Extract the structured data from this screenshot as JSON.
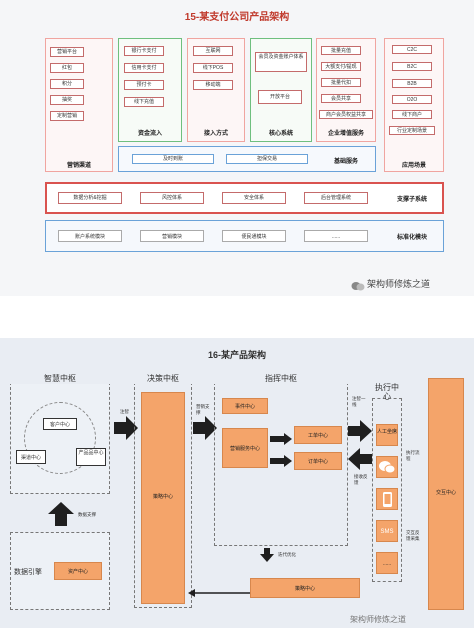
{
  "diagram1": {
    "title": "15-某支付公司产品架构",
    "columns": [
      {
        "label": "营销渠道",
        "items": [
          "营销平台",
          "红包",
          "积分",
          "抽奖",
          "定制营销"
        ]
      },
      {
        "label": "资金流入",
        "items": [
          "银行卡支付",
          "信用卡支付",
          "预付卡",
          "线下充值"
        ]
      },
      {
        "label": "接入方式",
        "items": [
          "互联网",
          "线下POS",
          "移动端"
        ]
      },
      {
        "label": "核心系统",
        "items": [
          "会员及资金账户体系",
          "开放平台"
        ]
      },
      {
        "label": "企业增值服务",
        "items": [
          "批量充值",
          "大额支付/提现",
          "批量代扣",
          "会员共享",
          "商户会员权益共享"
        ]
      },
      {
        "label": "应用场景",
        "items": [
          "C2C",
          "B2C",
          "B2B",
          "O2O",
          "线下商户",
          "行业定制场景"
        ]
      }
    ],
    "basic_services": {
      "label": "基础服务",
      "items": [
        "及时到账",
        "担保交易"
      ]
    },
    "support": {
      "label": "支撑子系统",
      "items": [
        "数据分析&挖掘",
        "风控体系",
        "安全体系",
        "后台管理系统"
      ]
    },
    "standard": {
      "label": "标准化模块",
      "items": [
        "账户系统模块",
        "营销模块",
        "便民通模块",
        "......"
      ]
    },
    "watermark": "架构师修炼之道"
  },
  "diagram2": {
    "title": "16-某产品架构",
    "smart": {
      "header": "智慧中枢",
      "customer": "客户中心",
      "channel": "渠道中心",
      "product": "产品品中心"
    },
    "decision": {
      "header": "决策中枢",
      "strategy": "策略中心"
    },
    "command": {
      "header": "指挥中枢",
      "event": "事件中心",
      "marketing": "营销服务中心",
      "work_order": "工单中心",
      "order": "订单中心"
    },
    "exec": {
      "header": "执行中心",
      "agent": "人工坐席",
      "sms": "SMS",
      "ellipsis": "......"
    },
    "interact": "交互中心",
    "data_engine": {
      "label": "数据引擎",
      "asset": "资产中心"
    },
    "strategy_bottom": "策略中心",
    "edges": {
      "data_support": "数据支撑",
      "inject": "注智",
      "marketing_support": "营销支撑",
      "inject_op": "注智一线",
      "receive": "接收反馈",
      "exec_flow": "执行流程",
      "interact_flow": "交互反馈采集",
      "iter": "迭代优化"
    },
    "watermark": "架构师修炼之道"
  }
}
